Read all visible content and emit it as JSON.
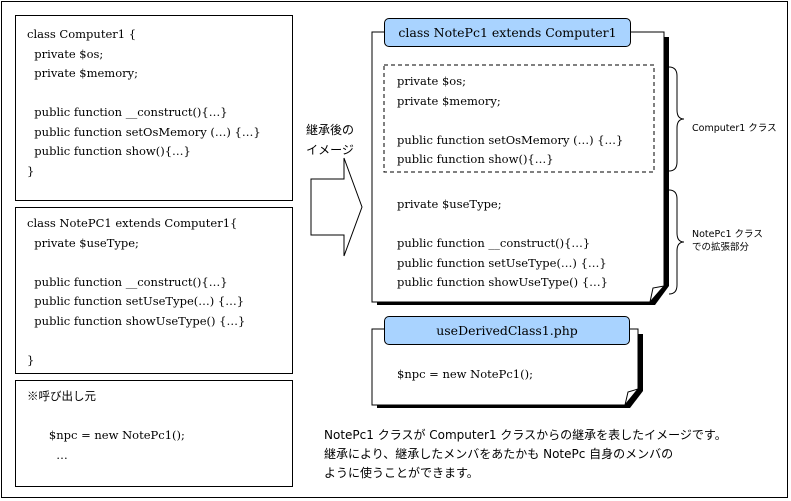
{
  "left_boxes": {
    "computer1_class": [
      "class Computer1 {",
      "  private $os;",
      "  private $memory;",
      "",
      "  public function __construct(){…}",
      "  public function setOsMemory (…) {…}",
      "  public function show(){…}",
      "}"
    ],
    "notepc1_class": [
      "class NotePC1 extends Computer1{",
      "  private $useType;",
      "",
      "  public function __construct(){…}",
      "  public function setUseType(…) {…}",
      "  public function showUseType() {…}",
      "",
      "}"
    ],
    "caller": [
      "※呼び出し元",
      "",
      "      $npc = new NotePc1();",
      "        …"
    ]
  },
  "arrow_label": "継承後の\nイメージ",
  "notepc_doc": {
    "tab_title": "class NotePc1 extends Computer1",
    "inherited_lines": [
      "private $os;",
      "private $memory;",
      "",
      "public function setOsMemory (…) {…}",
      "public function show(){…}"
    ],
    "extension_lines": [
      "private $useType;",
      "",
      "public function __construct(){…}",
      "public function setUseType(…) {…}",
      "public function showUseType() {…}"
    ]
  },
  "brace_labels": {
    "computer1": "Computer1 クラス",
    "extension": "NotePc1 クラス\nでの拡張部分"
  },
  "usederived_doc": {
    "tab_title": "useDerivedClass1.php",
    "line": "$npc = new NotePc1();"
  },
  "description": "NotePc1 クラスが Computer1 クラスからの継承を表したイメージです。\n継承により、継承したメンバをあたかも NotePc 自身のメンバの\nように使うことができます。"
}
